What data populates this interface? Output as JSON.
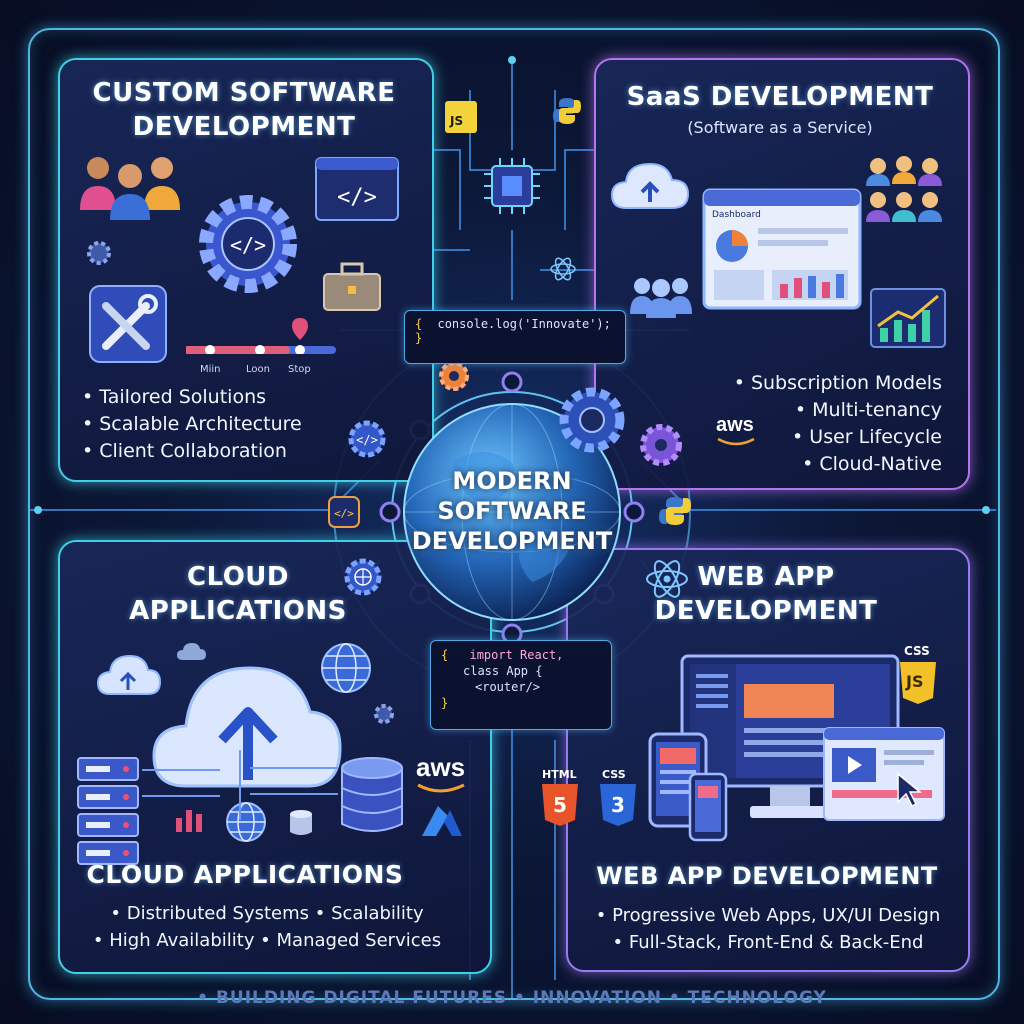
{
  "center": {
    "line1": "MODERN",
    "line2": "SOFTWARE",
    "line3": "DEVELOPMENT"
  },
  "custom": {
    "title_line1": "CUSTOM SOFTWARE",
    "title_line2": "DEVELOPMENT",
    "timeline": [
      "Miin",
      "Loon",
      "Stop"
    ],
    "bullets": [
      "• Tailored Solutions",
      "• Scalable Architecture",
      "• Client Collaboration"
    ]
  },
  "saas": {
    "title": "SaaS DEVELOPMENT",
    "subtitle": "(Software as a Service)",
    "dashboard_label": "Dashboard",
    "aws": "aws",
    "bullets": [
      "• Subscription Models",
      "• Multi-tenancy",
      "• User Lifecycle",
      "• Cloud-Native"
    ]
  },
  "cloud": {
    "title_line1": "CLOUD",
    "title_line2": "APPLICATIONS",
    "title2": "CLOUD APPLICATIONS",
    "aws": "aws",
    "bullets": [
      "• Distributed Systems • Scalability",
      "• High Availability • Managed Services"
    ]
  },
  "webapp": {
    "title_line1": "WEB APP",
    "title_line2": "DEVELOPMENT",
    "title2": "WEB APP DEVELOPMENT",
    "html_label": "HTML",
    "css_label": "CSS",
    "css_label2": "CSS",
    "js_label": "JS",
    "bullets": [
      "• Progressive Web Apps, UX/UI Design",
      "• Full-Stack, Front-End & Back-End"
    ]
  },
  "badges": {
    "js": "JS"
  },
  "code_top": {
    "open": "{",
    "text": "console.log('Innovate');",
    "close": "}"
  },
  "code_bottom": {
    "open": "{",
    "line1": "import React,",
    "line2": "class App {",
    "line3": "<router/>",
    "close": "}"
  },
  "footer": "• BUILDING DIGITAL FUTURES • INNOVATION • TECHNOLOGY",
  "colors": {
    "cyan": "#3fd0e8",
    "purple": "#b473f0",
    "bg": "#0c1838",
    "accent_orange": "#f0813a"
  }
}
